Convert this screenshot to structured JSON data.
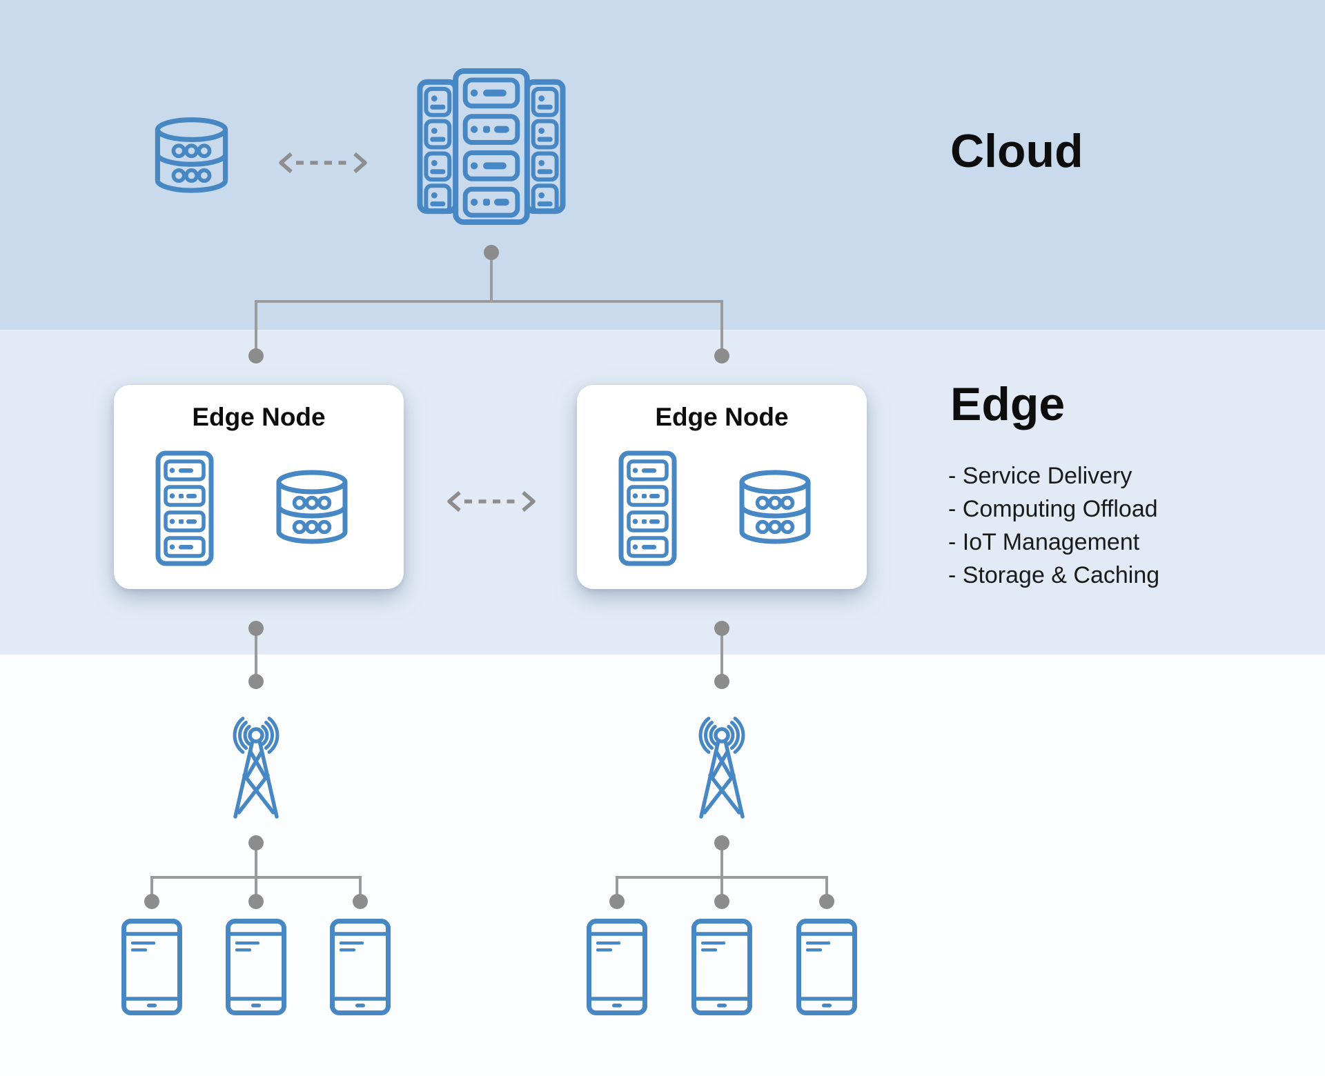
{
  "palette": {
    "icon_blue": "#4787c4",
    "connector_gray": "#9b9b9b",
    "dot_gray": "#8c8c8c",
    "cloud_band_bg": "#c9daec",
    "edge_band_bg": "#e2ebf5",
    "device_band_bg": "#fcfdfe",
    "card_bg": "#ffffff",
    "heading_text": "#0d0d0d"
  },
  "cloud_section": {
    "label": "Cloud",
    "icons": [
      "database-icon",
      "server-cluster-icon",
      "dashed-sync-arrow-icon"
    ]
  },
  "edge_section": {
    "label": "Edge",
    "features": [
      "- Service Delivery",
      "- Computing Offload",
      "- IoT Management",
      "- Storage & Caching"
    ],
    "nodes": [
      {
        "title": "Edge Node",
        "icons": [
          "server-rack-icon",
          "database-icon"
        ]
      },
      {
        "title": "Edge Node",
        "icons": [
          "server-rack-icon",
          "database-icon"
        ]
      }
    ],
    "icons": [
      "dashed-sync-arrow-icon"
    ]
  },
  "device_section": {
    "icons": [
      "cell-tower-icon",
      "smartphone-icon"
    ],
    "towers": 2,
    "phones_per_tower": 3
  }
}
